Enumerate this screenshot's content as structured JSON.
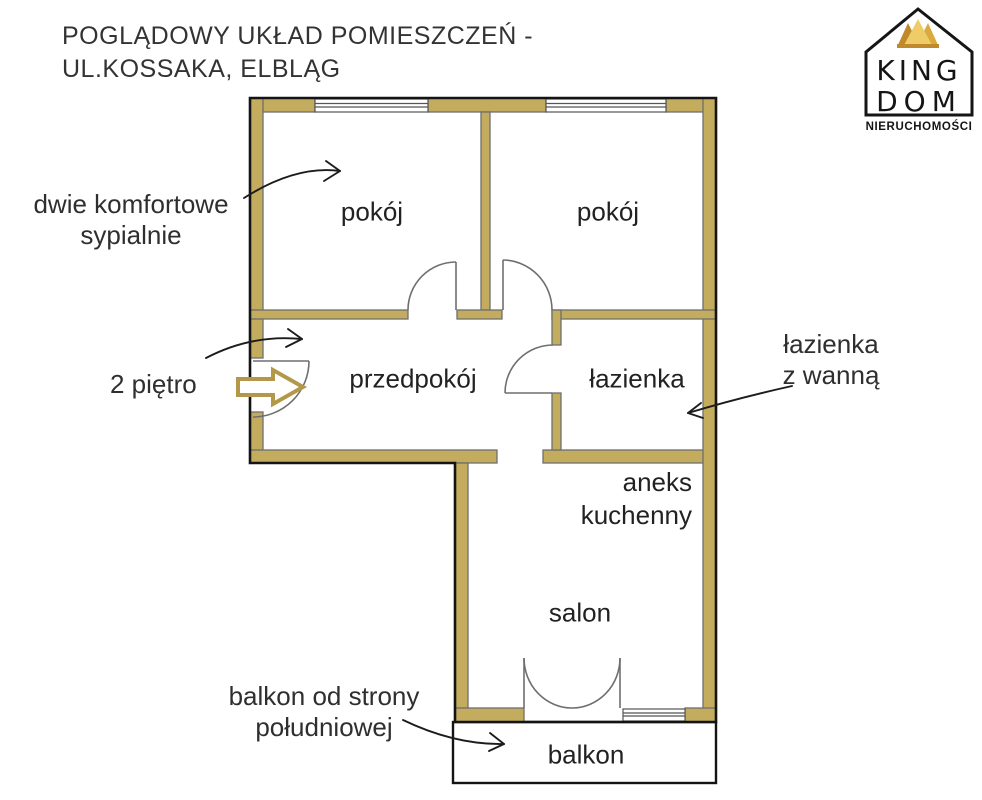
{
  "title": {
    "line1": "POGLĄDOWY UKŁAD POMIESZCZEŃ -",
    "line2": "UL.KOSSAKA, ELBLĄG"
  },
  "logo": {
    "king": "KING",
    "dom": "DOM",
    "subtitle": "NIERUCHOMOŚCI"
  },
  "rooms": {
    "bedroom_left": "pokój",
    "bedroom_right": "pokój",
    "hall": "przedpokój",
    "bathroom": "łazienka",
    "kitchenette_line1": "aneks",
    "kitchenette_line2": "kuchenny",
    "living_room": "salon",
    "balcony": "balkon"
  },
  "annotations": {
    "bedrooms_line1": "dwie komfortowe",
    "bedrooms_line2": "sypialnie",
    "floor": "2 piętro",
    "bathtub_line1": "łazienka",
    "bathtub_line2": "z wanną",
    "balcony_line1": "balkon od strony",
    "balcony_line2": "południowej"
  },
  "colors": {
    "wall": "#c3ac5e",
    "outline": "#141414",
    "inner_line": "#6f6f6f",
    "gold_arrow": "#b3984a",
    "crown_dark": "#c0892a",
    "crown_mid": "#d9ab3a",
    "crown_light": "#eecd68",
    "text_dark": "#2f2f2f"
  }
}
